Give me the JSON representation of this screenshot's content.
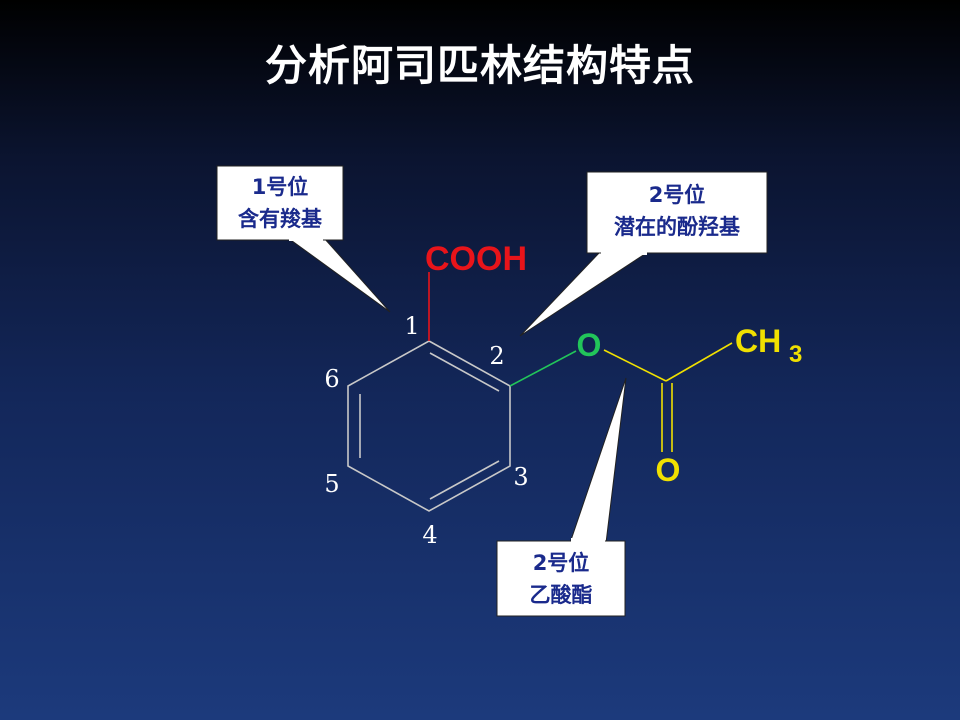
{
  "title": "分析阿司匹林结构特点",
  "callouts": [
    {
      "line1": "1号位",
      "line2": "含有羧基"
    },
    {
      "line1": "2号位",
      "line2": "潜在的酚羟基"
    },
    {
      "line1": "2号位",
      "line2": "乙酸酯"
    }
  ],
  "ring_numbers": [
    "1",
    "2",
    "3",
    "4",
    "5",
    "6"
  ],
  "groups": {
    "carboxyl": "COOH",
    "ester_oxygen": "O",
    "carbonyl_oxygen": "O",
    "methyl": "CH",
    "methyl_subscript": "3"
  },
  "colors": {
    "carboxyl": "#e8141a",
    "ester_oxygen": "#22c55a",
    "acetyl": "#f0e000",
    "ring": "#c8c8c8",
    "callout_text": "#1a2a8c"
  }
}
